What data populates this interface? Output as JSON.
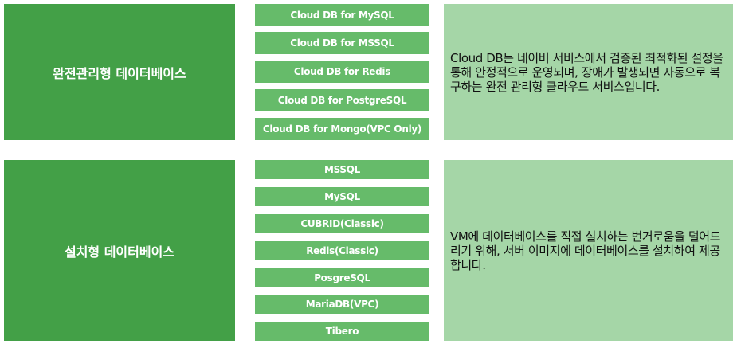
{
  "managed": {
    "category": "완전관리형 데이터베이스",
    "products": [
      "Cloud DB for MySQL",
      "Cloud DB for MSSQL",
      "Cloud DB for Redis",
      "Cloud DB for PostgreSQL",
      "Cloud DB for Mongo(VPC Only)"
    ],
    "description": "Cloud DB는 네이버 서비스에서 검증된 최적화된 설정을 통해 안정적으로 운영되며, 장애가 발생되면 자동으로 복구하는 완전 관리형 클라우드 서비스입니다."
  },
  "install": {
    "category": "설치형 데이터베이스",
    "products": [
      "MSSQL",
      "MySQL",
      "CUBRID(Classic)",
      "Redis(Classic)",
      "PosgreSQL",
      "MariaDB(VPC)",
      "Tibero"
    ],
    "description": "VM에 데이터베이스를 직접 설치하는 번거로움을 덜어드리기 위해, 서버 이미지에 데이터베이스를 설치하여 제공합니다."
  },
  "colors": {
    "category_bg": "#43a047",
    "product_bg": "#66bb6a",
    "description_bg": "#a5d6a7"
  }
}
